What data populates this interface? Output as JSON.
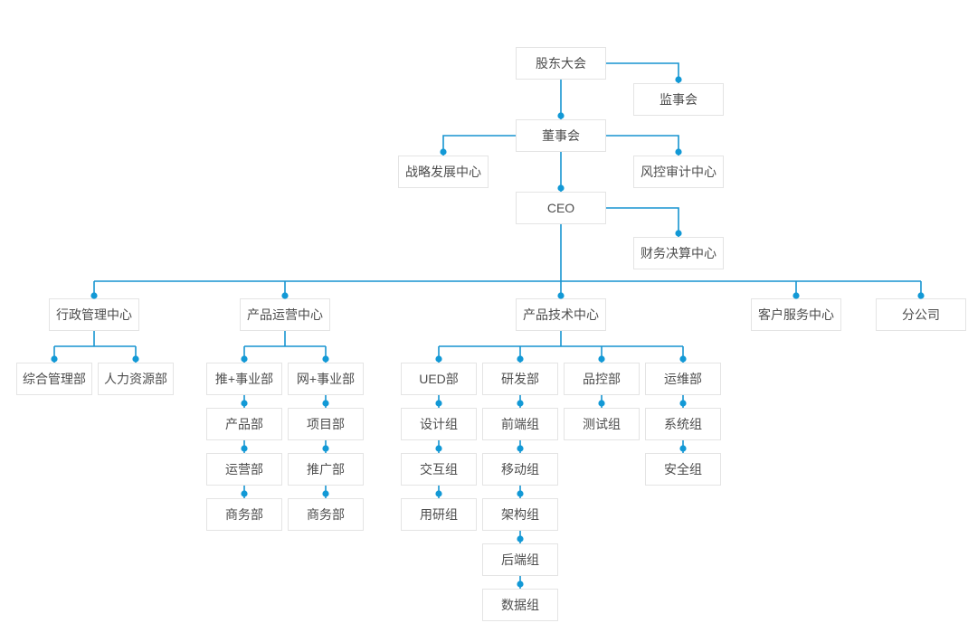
{
  "diagram": {
    "type": "org-chart",
    "palette": {
      "background": "#ffffff",
      "line": "#1694d0",
      "dot": "#1299d6",
      "box_bg": "#ffffff",
      "box_border": "#e4e4e4",
      "text": "#4d4d4d"
    },
    "nodes": [
      {
        "id": "shareholders",
        "label": "股东大会",
        "parent": null
      },
      {
        "id": "supervisory",
        "label": "监事会",
        "parent": "shareholders"
      },
      {
        "id": "board",
        "label": "董事会",
        "parent": "shareholders"
      },
      {
        "id": "strategy-center",
        "label": "战略发展中心",
        "parent": "board"
      },
      {
        "id": "risk-audit-center",
        "label": "风控审计中心",
        "parent": "board"
      },
      {
        "id": "ceo",
        "label": "CEO",
        "parent": "board"
      },
      {
        "id": "finance-center",
        "label": "财务决算中心",
        "parent": "ceo"
      },
      {
        "id": "admin-center",
        "label": "行政管理中心",
        "parent": "ceo"
      },
      {
        "id": "product-ops-center",
        "label": "产品运营中心",
        "parent": "ceo"
      },
      {
        "id": "product-tech-center",
        "label": "产品技术中心",
        "parent": "ceo"
      },
      {
        "id": "customer-service-center",
        "label": "客户服务中心",
        "parent": "ceo"
      },
      {
        "id": "branch-company",
        "label": "分公司",
        "parent": "ceo"
      },
      {
        "id": "general-mgmt-dept",
        "label": "综合管理部",
        "parent": "admin-center"
      },
      {
        "id": "hr-dept",
        "label": "人力资源部",
        "parent": "admin-center"
      },
      {
        "id": "tui-division",
        "label": "推+事业部",
        "parent": "product-ops-center"
      },
      {
        "id": "wang-division",
        "label": "网+事业部",
        "parent": "product-ops-center"
      },
      {
        "id": "product-dept",
        "label": "产品部",
        "parent": "tui-division"
      },
      {
        "id": "operation-dept",
        "label": "运营部",
        "parent": "product-dept"
      },
      {
        "id": "business-dept-tui",
        "label": "商务部",
        "parent": "operation-dept"
      },
      {
        "id": "project-dept",
        "label": "项目部",
        "parent": "wang-division"
      },
      {
        "id": "promotion-dept",
        "label": "推广部",
        "parent": "project-dept"
      },
      {
        "id": "business-dept-wang",
        "label": "商务部",
        "parent": "promotion-dept"
      },
      {
        "id": "ued-dept",
        "label": "UED部",
        "parent": "product-tech-center"
      },
      {
        "id": "rd-dept",
        "label": "研发部",
        "parent": "product-tech-center"
      },
      {
        "id": "qc-dept",
        "label": "品控部",
        "parent": "product-tech-center"
      },
      {
        "id": "om-dept",
        "label": "运维部",
        "parent": "product-tech-center"
      },
      {
        "id": "design-group",
        "label": "设计组",
        "parent": "ued-dept"
      },
      {
        "id": "interaction-group",
        "label": "交互组",
        "parent": "design-group"
      },
      {
        "id": "user-research-group",
        "label": "用研组",
        "parent": "interaction-group"
      },
      {
        "id": "frontend-group",
        "label": "前端组",
        "parent": "rd-dept"
      },
      {
        "id": "mobile-group",
        "label": "移动组",
        "parent": "frontend-group"
      },
      {
        "id": "architecture-group",
        "label": "架构组",
        "parent": "mobile-group"
      },
      {
        "id": "backend-group",
        "label": "后端组",
        "parent": "architecture-group"
      },
      {
        "id": "data-group",
        "label": "数据组",
        "parent": "backend-group"
      },
      {
        "id": "testing-group",
        "label": "测试组",
        "parent": "qc-dept"
      },
      {
        "id": "system-group",
        "label": "系统组",
        "parent": "om-dept"
      },
      {
        "id": "security-group",
        "label": "安全组",
        "parent": "system-group"
      }
    ]
  }
}
